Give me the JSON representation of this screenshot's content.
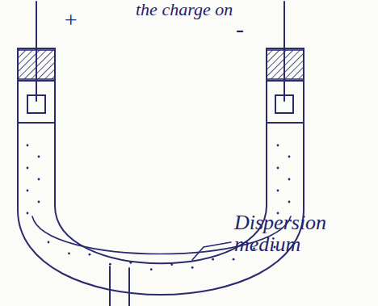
{
  "diagram": {
    "labels": [
      "the charge on",
      "+",
      "-",
      "Dispersion medium"
    ]
  }
}
